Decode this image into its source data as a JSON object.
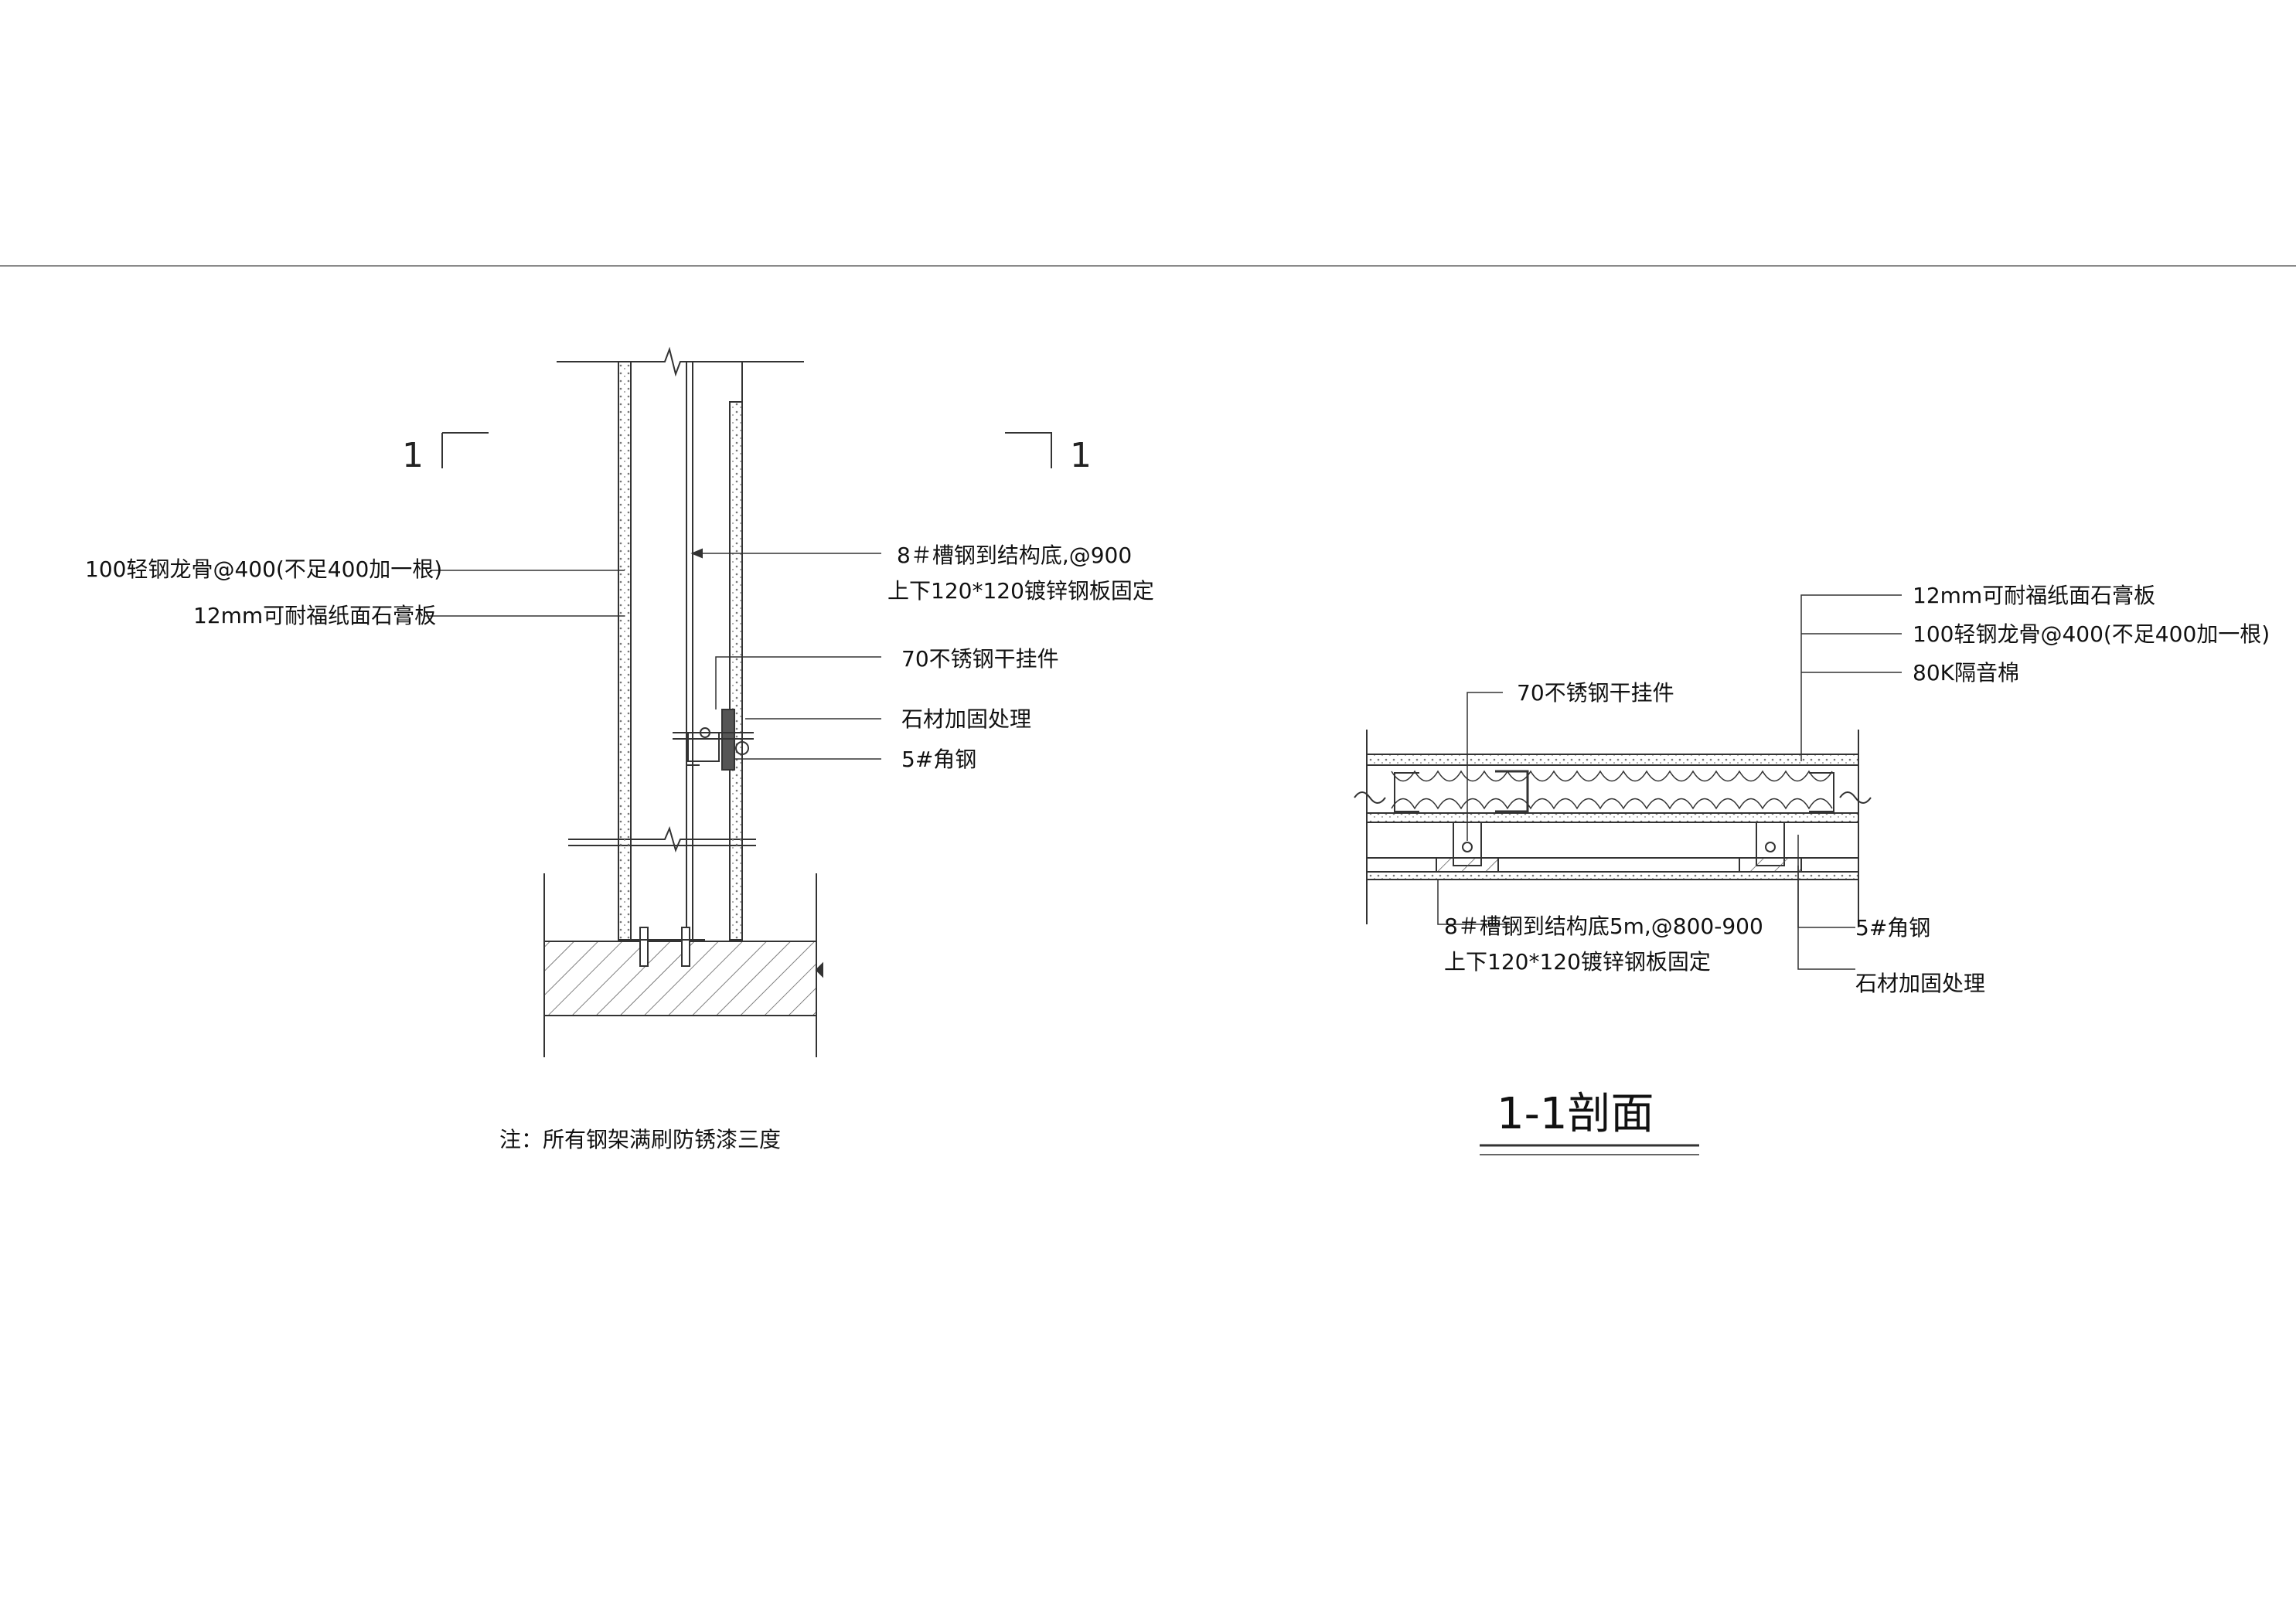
{
  "section_marks": {
    "left_number": "1",
    "right_number": "1"
  },
  "left_detail": {
    "labels": {
      "light_steel_keel": "100轻钢龙骨@400(不足400加一根)",
      "gypsum_board": "12mm可耐福纸面石膏板",
      "channel_steel_line1": "8＃槽钢到结构底,@900",
      "channel_steel_line2": "上下120*120镀锌钢板固定",
      "stainless_hanger": "70不锈钢干挂件",
      "stone_reinforcement": "石材加固处理",
      "angle_steel": "5#角钢"
    },
    "note": "注：所有钢架满刷防锈漆三度"
  },
  "right_detail": {
    "labels": {
      "gypsum_board": "12mm可耐福纸面石膏板",
      "light_steel_keel": "100轻钢龙骨@400(不足400加一根)",
      "insulation": "80K隔音棉",
      "stainless_hanger": "70不锈钢干挂件",
      "channel_steel_line1": "8＃槽钢到结构底5m,@800-900",
      "channel_steel_line2": "上下120*120镀锌钢板固定",
      "angle_steel": "5#角钢",
      "stone_reinforcement": "石材加固处理"
    },
    "title": "1-1剖面"
  },
  "colors": {
    "line": "#333333",
    "light_line": "#8a8a8a",
    "background": "#ffffff"
  }
}
